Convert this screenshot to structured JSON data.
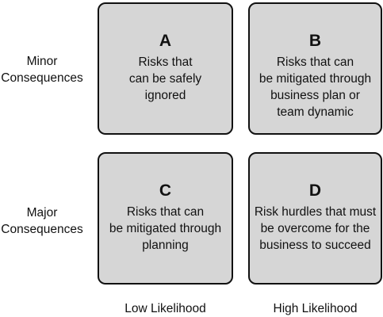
{
  "rows": {
    "minor": [
      "Minor",
      "Consequences"
    ],
    "major": [
      "Major",
      "Consequences"
    ]
  },
  "columns": {
    "low": "Low Likelihood",
    "high": "High Likelihood"
  },
  "quadrants": {
    "a": {
      "letter": "A",
      "lines": [
        "Risks that",
        "can be safely",
        "ignored"
      ]
    },
    "b": {
      "letter": "B",
      "lines": [
        "Risks that can",
        "be mitigated through",
        "business plan or",
        "team dynamic"
      ]
    },
    "c": {
      "letter": "C",
      "lines": [
        "Risks that can",
        "be mitigated through",
        "planning"
      ]
    },
    "d": {
      "letter": "D",
      "lines": [
        "Risk hurdles that must",
        "be overcome for the",
        "business to succeed"
      ]
    }
  },
  "colors": {
    "box_fill": "#d6d6d6",
    "box_border": "#111111",
    "text": "#111111",
    "background": "#ffffff"
  }
}
